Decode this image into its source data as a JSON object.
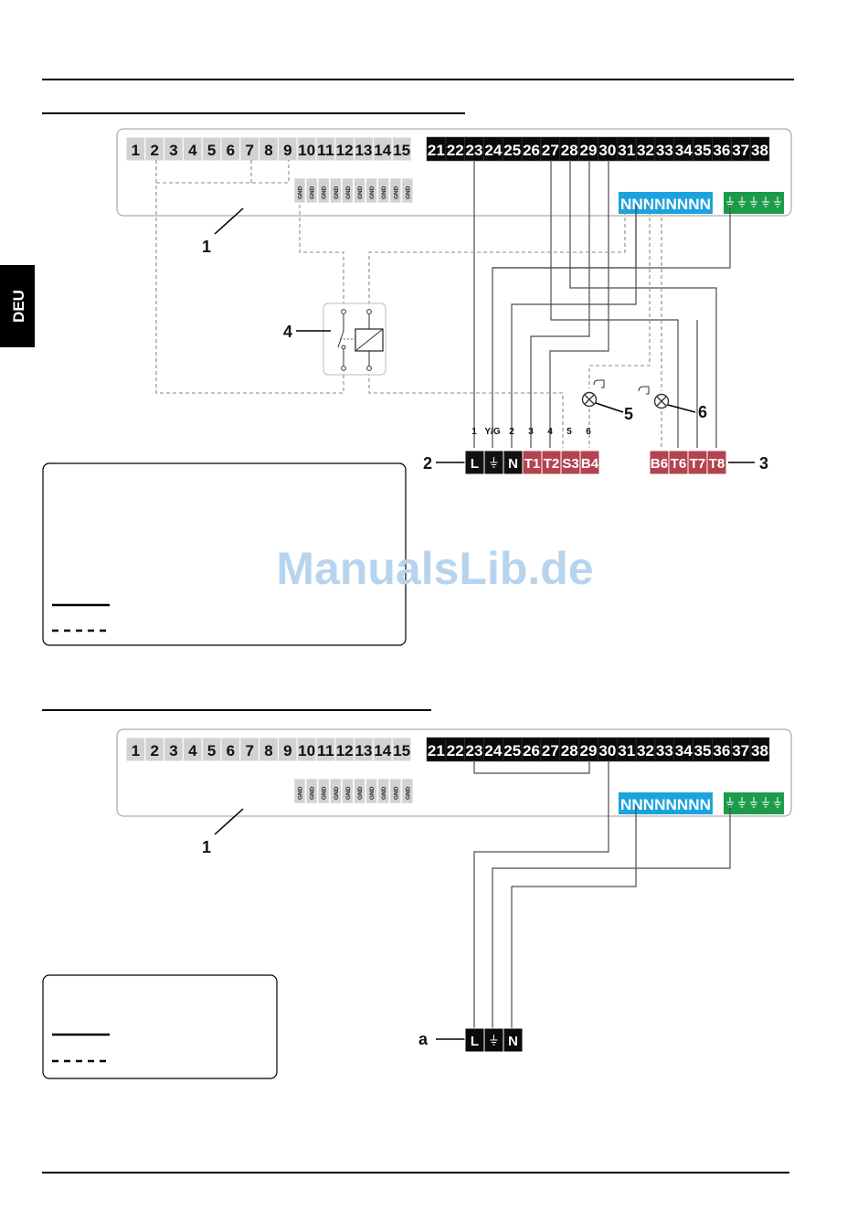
{
  "language_tab": "DEU",
  "watermark": "ManualsLib.de",
  "terminals_grey": [
    "1",
    "2",
    "3",
    "4",
    "5",
    "6",
    "7",
    "8",
    "9",
    "10",
    "11",
    "12",
    "13",
    "14",
    "15"
  ],
  "terminals_black": [
    "21",
    "22",
    "23",
    "24",
    "25",
    "26",
    "27",
    "28",
    "29",
    "30",
    "31",
    "32",
    "33",
    "34",
    "35",
    "36",
    "37",
    "38"
  ],
  "gnd_label": "GND",
  "n_strip": "NNNNNNNN",
  "callouts": {
    "board": "1",
    "connector_left": "2",
    "connector_right": "3",
    "relay": "4",
    "lamp_5": "5",
    "lamp_6": "6",
    "connector_a": "a"
  },
  "pin_numbers": [
    "1",
    "Y/G",
    "2",
    "3",
    "4",
    "5",
    "6"
  ],
  "connector_left": [
    {
      "label": "L",
      "color": "#111111"
    },
    {
      "label": "⏚",
      "color": "#111111"
    },
    {
      "label": "N",
      "color": "#111111"
    },
    {
      "label": "T1",
      "color": "#b3434e"
    },
    {
      "label": "T2",
      "color": "#b3434e"
    },
    {
      "label": "S3",
      "color": "#b3434e"
    },
    {
      "label": "B4",
      "color": "#b3434e"
    }
  ],
  "connector_right": [
    {
      "label": "B6",
      "color": "#b3434e"
    },
    {
      "label": "T6",
      "color": "#b3434e"
    },
    {
      "label": "T7",
      "color": "#b3434e"
    },
    {
      "label": "T8",
      "color": "#b3434e"
    }
  ],
  "connector_a": [
    "L",
    "⏚",
    "N"
  ],
  "colors": {
    "terminal_grey": "#d2d2d2",
    "terminal_black": "#0a0a0a",
    "neutral_blue": "#1aa3dd",
    "earth_green": "#1b9c4b",
    "connector_red": "#b3434e"
  }
}
